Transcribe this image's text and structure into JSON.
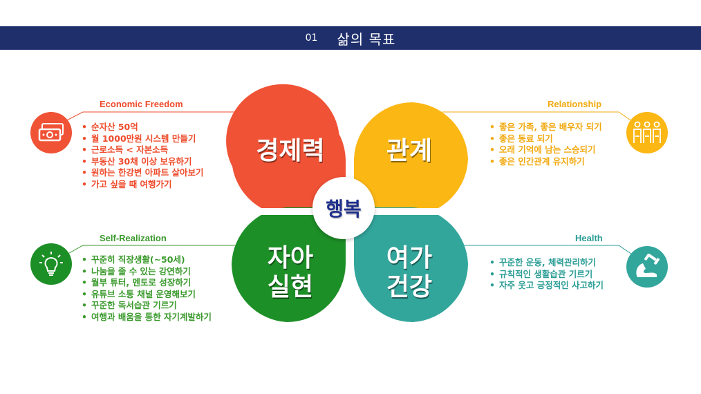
{
  "header": {
    "number": "01",
    "title": "삶의 목표"
  },
  "center": {
    "label": "행복"
  },
  "leaves": {
    "economic": {
      "label": "경제력",
      "color": "#f05236"
    },
    "relationship": {
      "label": "관계",
      "color": "#fbb714"
    },
    "self": {
      "line1": "자아",
      "line2": "실현",
      "color": "#1d8f27"
    },
    "health": {
      "line1": "여가",
      "line2": "건강",
      "color": "#33a69c"
    }
  },
  "sections": {
    "economic": {
      "label": "Economic Freedom",
      "items": [
        "순자산 50억",
        "월 1000만원 시스템 만들기",
        "근로소득 < 자본소득",
        "부동산 30채  이상 보유하기",
        "원하는 한강변 아파트 살아보기",
        "가고 싶을 때 여행가기"
      ]
    },
    "relationship": {
      "label": "Relationship",
      "items": [
        "좋은 가족, 좋은 배우자 되기",
        "좋은 동료 되기",
        "오래 기억에 남는 스승되기",
        "좋은 인간관계 유지하기"
      ]
    },
    "self": {
      "label": "Self-Realization",
      "items": [
        "꾸준히 직장생활(~50세)",
        "나눔을 줄 수 있는 강연하기",
        "월부 튜터, 멘토로 성장하기",
        "유튜브 소통 채널 운영해보기",
        "꾸준한 독서습관 기르기",
        "여행과 배움을 통한 자기계발하기"
      ]
    },
    "health": {
      "label": "Health",
      "items": [
        "꾸준한 운동, 체력관리하기",
        "규칙적인 생활습관 기르기",
        "자주 웃고 긍정적인 사고하기"
      ]
    }
  },
  "icons": {
    "economic": "money-icon",
    "relationship": "people-icon",
    "self": "lightbulb-icon",
    "health": "strong-arm-icon"
  }
}
